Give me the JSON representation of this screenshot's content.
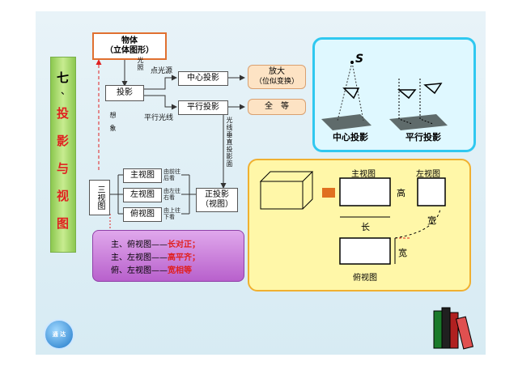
{
  "chapter": {
    "num": "七",
    "sep": "、",
    "title_chars": [
      "投",
      "影",
      "与",
      "视",
      "图"
    ]
  },
  "object_box": {
    "line1": "物体",
    "line2": "（立体图形）"
  },
  "light_label": "光照",
  "projection_box": "投影",
  "point_source": "点光源",
  "central_box": "中心投影",
  "enlarge_box": {
    "line1": "放大",
    "line2": "（位似变换）"
  },
  "parallel_light": "平行光线",
  "parallel_box": "平行投影",
  "congruent_box": "全　等",
  "imagine_label": "想象",
  "perp_label": "光线垂直投影面",
  "three_view_box": "三视图",
  "views": [
    {
      "name": "主视图",
      "from": "由前往后看"
    },
    {
      "name": "左视图",
      "from": "由左往右看"
    },
    {
      "name": "俯视图",
      "from": "由上往下看"
    }
  ],
  "ortho_box": {
    "line1": "正投影",
    "line2": "（视图）"
  },
  "scroll_rules": [
    {
      "left": "主、俯视图——",
      "rule": "长对正；"
    },
    {
      "left": "主、左视图——",
      "rule": "高平齐；"
    },
    {
      "left": "俯、左视图——",
      "rule": "宽相等"
    }
  ],
  "illustration": {
    "s_label": "S",
    "central_caption": "中心投影",
    "parallel_caption": "平行投影"
  },
  "view_diagram": {
    "front": "主视图",
    "left": "左视图",
    "top": "俯视图",
    "height": "高",
    "length": "长",
    "width_right": "宽",
    "width_bottom": "宽"
  },
  "logo_text": "通 达",
  "colors": {
    "accent_red": "#e02020",
    "scroll": "#c878d8",
    "cyan_panel": "#30c8f0",
    "yellow_panel": "#fff7a8",
    "green_bar": "#a8d86a"
  }
}
